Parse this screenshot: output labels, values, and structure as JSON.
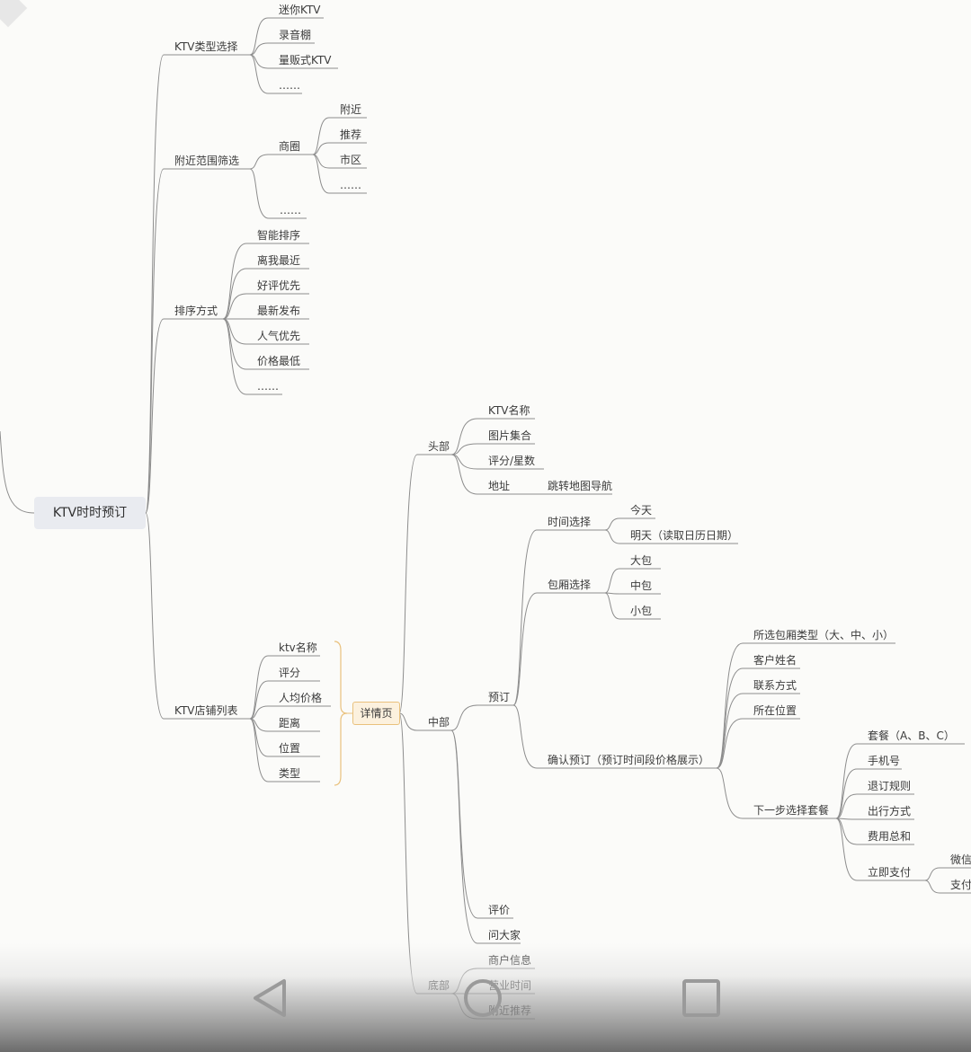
{
  "diagram": {
    "root": "KTV时时预订",
    "type_select": {
      "label": "KTV类型选择",
      "items": [
        "迷你KTV",
        "录音棚",
        "量贩式KTV",
        "……"
      ]
    },
    "range_filter": {
      "label": "附近范围筛选",
      "business": {
        "label": "商圈",
        "items": [
          "附近",
          "推荐",
          "市区",
          "……"
        ]
      },
      "more": "……"
    },
    "sort": {
      "label": "排序方式",
      "items": [
        "智能排序",
        "离我最近",
        "好评优先",
        "最新发布",
        "人气优先",
        "价格最低",
        "……"
      ]
    },
    "store_list": {
      "label": "KTV店铺列表",
      "items": [
        "ktv名称",
        "评分",
        "人均价格",
        "距离",
        "位置",
        "类型"
      ],
      "detail_label": "详情页"
    },
    "detail": {
      "head": {
        "label": "头部",
        "items": [
          "KTV名称",
          "图片集合",
          "评分/星数",
          "地址"
        ],
        "address_child": "跳转地图导航"
      },
      "middle": {
        "label": "中部",
        "booking": {
          "label": "预订",
          "time": {
            "label": "时间选择",
            "items": [
              "今天",
              "明天（读取日历日期）"
            ]
          },
          "room": {
            "label": "包厢选择",
            "items": [
              "大包",
              "中包",
              "小包"
            ]
          },
          "confirm": {
            "label": "确认预订（预订时间段价格展示）",
            "items": [
              "所选包厢类型（大、中、小）",
              "客户姓名",
              "联系方式",
              "所在位置"
            ],
            "next": {
              "label": "下一步选择套餐",
              "items": [
                "套餐（A、B、C）",
                "手机号",
                "退订规则",
                "出行方式",
                "费用总和"
              ],
              "pay": {
                "label": "立即支付",
                "items": [
                  "微信",
                  "支付"
                ]
              }
            }
          }
        },
        "review": "评价",
        "ask": "问大家"
      },
      "bottom": {
        "label": "底部",
        "items": [
          "商户信息",
          "营业时间",
          "附近推荐"
        ]
      }
    }
  },
  "nav": {
    "back_icon": "back-triangle-icon",
    "home_icon": "home-circle-icon",
    "recent_icon": "recent-square-icon"
  },
  "colors": {
    "line": "#8d8d8d",
    "root_bg": "#e9ebf0",
    "detail_bg": "#fcf1de",
    "detail_border": "#e9c17d",
    "bracket": "#e9c17d"
  }
}
